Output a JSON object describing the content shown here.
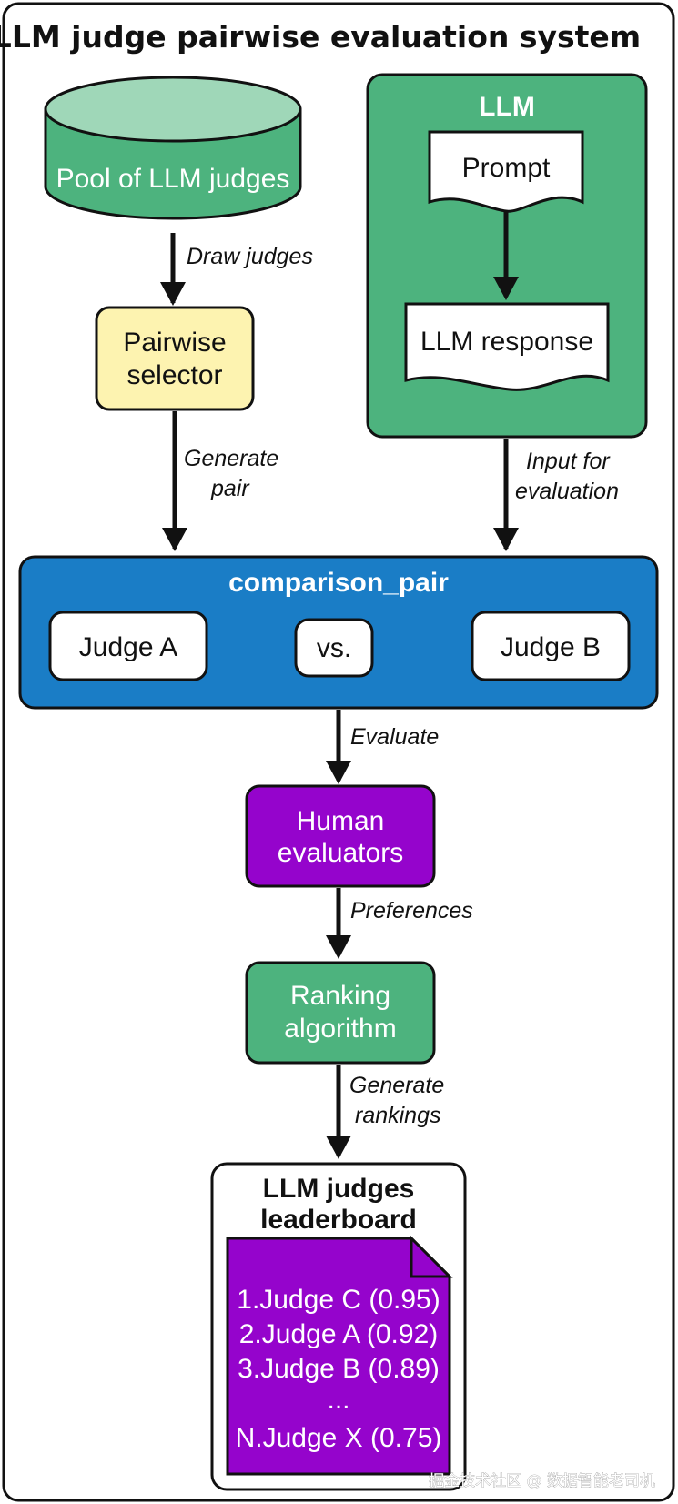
{
  "title": "LLM judge pairwise evaluation system",
  "nodes": {
    "pool": "Pool of LLM judges",
    "llm_group": "LLM",
    "prompt": "Prompt",
    "llm_response": "LLM response",
    "pairwise_selector": [
      "Pairwise",
      "selector"
    ],
    "comparison_pair": "comparison_pair",
    "judge_a": "Judge A",
    "vs": "vs.",
    "judge_b": "Judge B",
    "human_evaluators": [
      "Human",
      "evaluators"
    ],
    "ranking_algorithm": [
      "Ranking",
      "algorithm"
    ],
    "leaderboard_title": [
      "LLM judges",
      "leaderboard"
    ],
    "leaderboard_entries": [
      "1.Judge C (0.95)",
      "2.Judge A (0.92)",
      "3.Judge B (0.89)",
      "...",
      "N.Judge X (0.75)"
    ]
  },
  "edges": {
    "draw_judges": "Draw judges",
    "generate_pair": [
      "Generate",
      "pair"
    ],
    "input_for_evaluation": [
      "Input for",
      "evaluation"
    ],
    "evaluate": "Evaluate",
    "preferences": "Preferences",
    "generate_rankings": [
      "Generate",
      "rankings"
    ]
  },
  "watermark": "掘金技术社区 @ 数据智能老司机",
  "colors": {
    "green": "#4db37e",
    "green_light": "#9fd7b8",
    "blue": "#1a7dc6",
    "purple": "#9504cc",
    "yellow": "#fdf3b0",
    "black": "#111111"
  }
}
